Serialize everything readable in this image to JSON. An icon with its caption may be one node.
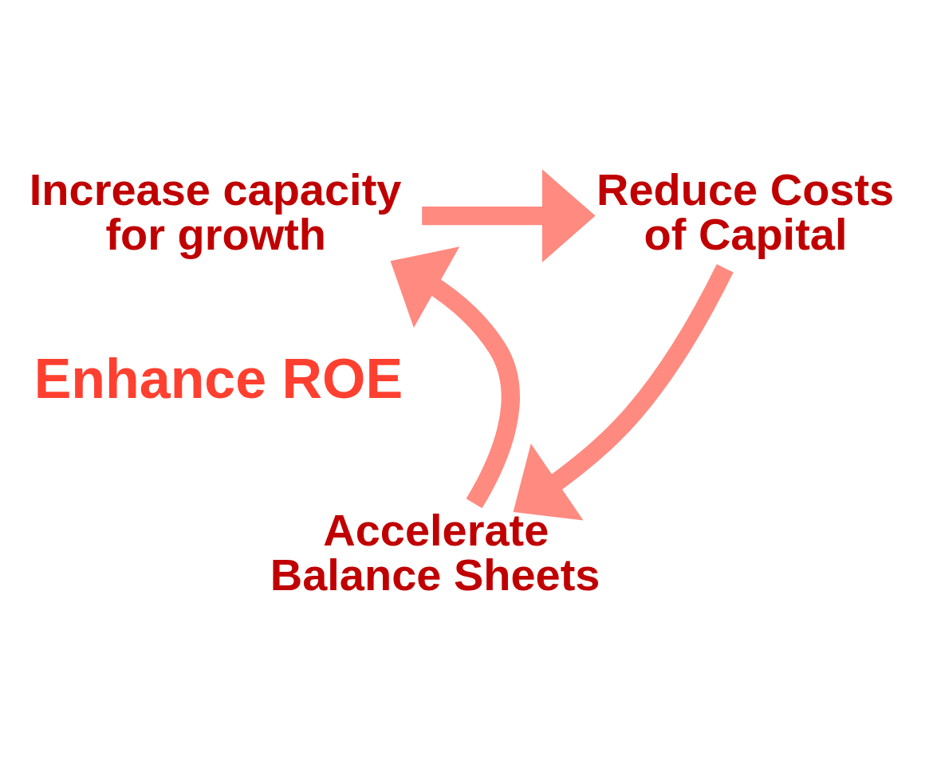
{
  "diagram": {
    "nodes": [
      {
        "text": [
          "Increase capacity for growth"
        ]
      },
      {
        "text": [
          "Reduce Costs of Capital"
        ]
      },
      {
        "text": [
          "Accelerate Balance Sheets"
        ]
      },
      {
        "text": [
          "Enhance ROE"
        ]
      }
    ],
    "edges": [
      {
        "from": 0,
        "to": 1,
        "arrow": "to"
      },
      {
        "from": 1,
        "to": 2,
        "arrow": "to"
      },
      {
        "from": 2,
        "to": 0,
        "arrow": "to"
      }
    ]
  }
}
